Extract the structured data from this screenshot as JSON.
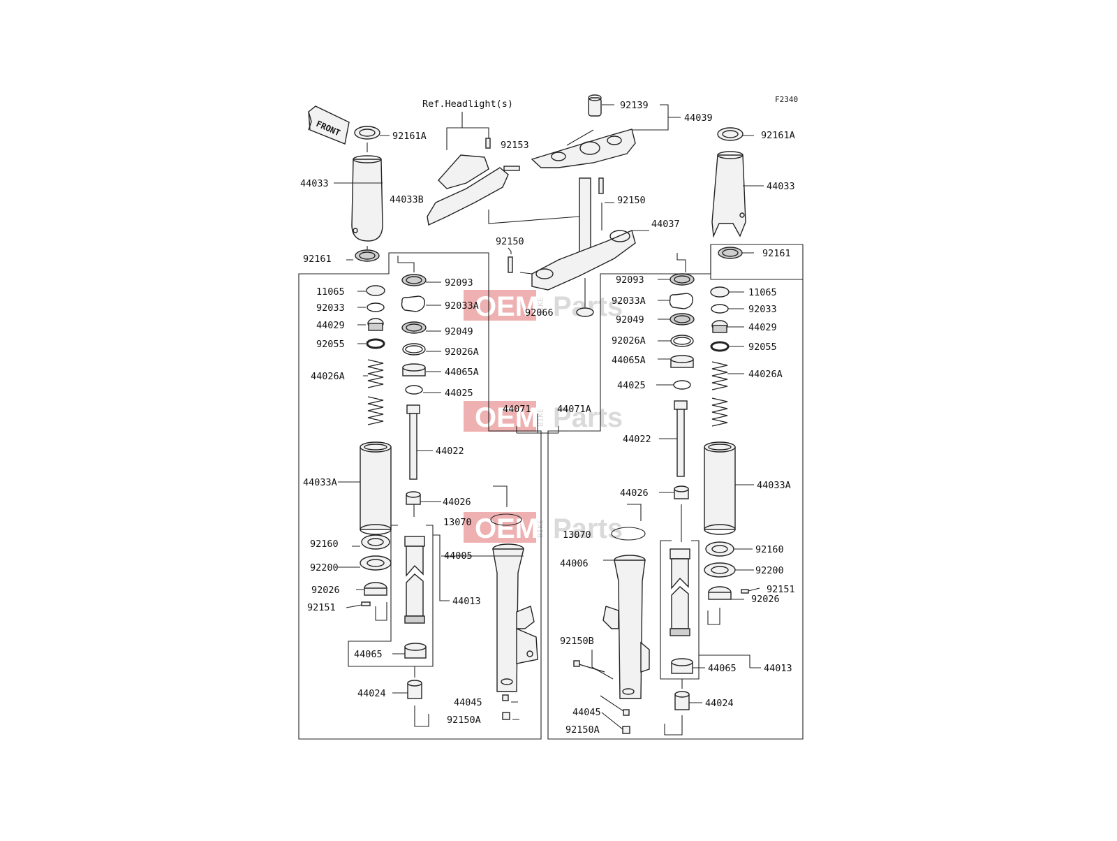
{
  "diagram": {
    "code": "F2340",
    "ref_note": "Ref.Headlight(s)",
    "front_label": "FRONT",
    "watermark": {
      "oem": "OEM",
      "bike": "BIKE",
      "parts": "Parts"
    },
    "labels": [
      {
        "id": "92139",
        "text": "92139"
      },
      {
        "id": "44039",
        "text": "44039"
      },
      {
        "id": "92161A_l",
        "text": "92161A"
      },
      {
        "id": "92161A_r",
        "text": "92161A"
      },
      {
        "id": "92153",
        "text": "92153"
      },
      {
        "id": "44033_l",
        "text": "44033"
      },
      {
        "id": "44033_r",
        "text": "44033"
      },
      {
        "id": "44033B",
        "text": "44033B"
      },
      {
        "id": "92150_top",
        "text": "92150"
      },
      {
        "id": "44037",
        "text": "44037"
      },
      {
        "id": "92150_mid",
        "text": "92150"
      },
      {
        "id": "92161_l",
        "text": "92161"
      },
      {
        "id": "92161_r",
        "text": "92161"
      },
      {
        "id": "92093_l",
        "text": "92093"
      },
      {
        "id": "92093_r",
        "text": "92093"
      },
      {
        "id": "11065_l",
        "text": "11065"
      },
      {
        "id": "11065_r",
        "text": "11065"
      },
      {
        "id": "92033_l",
        "text": "92033"
      },
      {
        "id": "92033_r",
        "text": "92033"
      },
      {
        "id": "92033A_l",
        "text": "92033A"
      },
      {
        "id": "92033A_r",
        "text": "92033A"
      },
      {
        "id": "92066",
        "text": "92066"
      },
      {
        "id": "44029_l",
        "text": "44029"
      },
      {
        "id": "44029_r",
        "text": "44029"
      },
      {
        "id": "92049_l",
        "text": "92049"
      },
      {
        "id": "92049_r",
        "text": "92049"
      },
      {
        "id": "92055_l",
        "text": "92055"
      },
      {
        "id": "92055_r",
        "text": "92055"
      },
      {
        "id": "92026A_l",
        "text": "92026A"
      },
      {
        "id": "92026A_r",
        "text": "92026A"
      },
      {
        "id": "44026A_l",
        "text": "44026A"
      },
      {
        "id": "44026A_r",
        "text": "44026A"
      },
      {
        "id": "44065A_l",
        "text": "44065A"
      },
      {
        "id": "44065A_r",
        "text": "44065A"
      },
      {
        "id": "44025_l",
        "text": "44025"
      },
      {
        "id": "44025_r",
        "text": "44025"
      },
      {
        "id": "44071",
        "text": "44071"
      },
      {
        "id": "44071A",
        "text": "44071A"
      },
      {
        "id": "44022_l",
        "text": "44022"
      },
      {
        "id": "44022_r",
        "text": "44022"
      },
      {
        "id": "44033A_l",
        "text": "44033A"
      },
      {
        "id": "44033A_r",
        "text": "44033A"
      },
      {
        "id": "44026_l",
        "text": "44026"
      },
      {
        "id": "44026_r",
        "text": "44026"
      },
      {
        "id": "13070_l",
        "text": "13070"
      },
      {
        "id": "13070_r",
        "text": "13070"
      },
      {
        "id": "92160_l",
        "text": "92160"
      },
      {
        "id": "92160_r",
        "text": "92160"
      },
      {
        "id": "44005",
        "text": "44005"
      },
      {
        "id": "44006",
        "text": "44006"
      },
      {
        "id": "92200_l",
        "text": "92200"
      },
      {
        "id": "92200_r",
        "text": "92200"
      },
      {
        "id": "92026_l",
        "text": "92026"
      },
      {
        "id": "92026_r",
        "text": "92026"
      },
      {
        "id": "92151_l",
        "text": "92151"
      },
      {
        "id": "92151_r",
        "text": "92151"
      },
      {
        "id": "44013_l",
        "text": "44013"
      },
      {
        "id": "44013_r",
        "text": "44013"
      },
      {
        "id": "92150B",
        "text": "92150B"
      },
      {
        "id": "44065_l",
        "text": "44065"
      },
      {
        "id": "44065_r",
        "text": "44065"
      },
      {
        "id": "44024_l",
        "text": "44024"
      },
      {
        "id": "44024_r",
        "text": "44024"
      },
      {
        "id": "44045_l",
        "text": "44045"
      },
      {
        "id": "44045_r",
        "text": "44045"
      },
      {
        "id": "92150A_l",
        "text": "92150A"
      },
      {
        "id": "92150A_r",
        "text": "92150A"
      }
    ]
  }
}
